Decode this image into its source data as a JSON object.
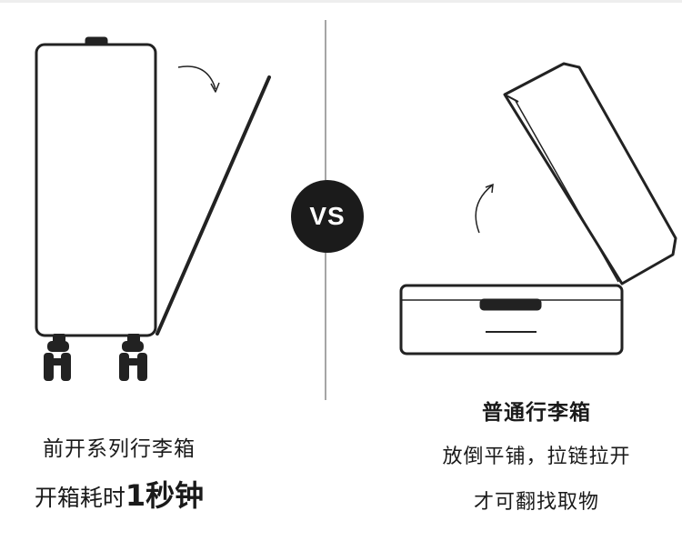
{
  "vs_badge": {
    "text": "VS",
    "fill": "#1b1b1b"
  },
  "left_panel": {
    "product_name": "前开系列行李箱",
    "time_prefix": "开箱耗时",
    "time_value": "1秒钟"
  },
  "right_panel": {
    "product_name": "普通行李箱",
    "description_line1": "放倒平铺，拉链拉开",
    "description_line2": "才可翻找取物"
  },
  "colors": {
    "stroke": "#222222",
    "divider": "#888888",
    "panel": "#ffffff"
  },
  "icons": [
    "front-open-suitcase-illustration",
    "rotate-arrow-icon",
    "open-flat-suitcase-illustration"
  ]
}
